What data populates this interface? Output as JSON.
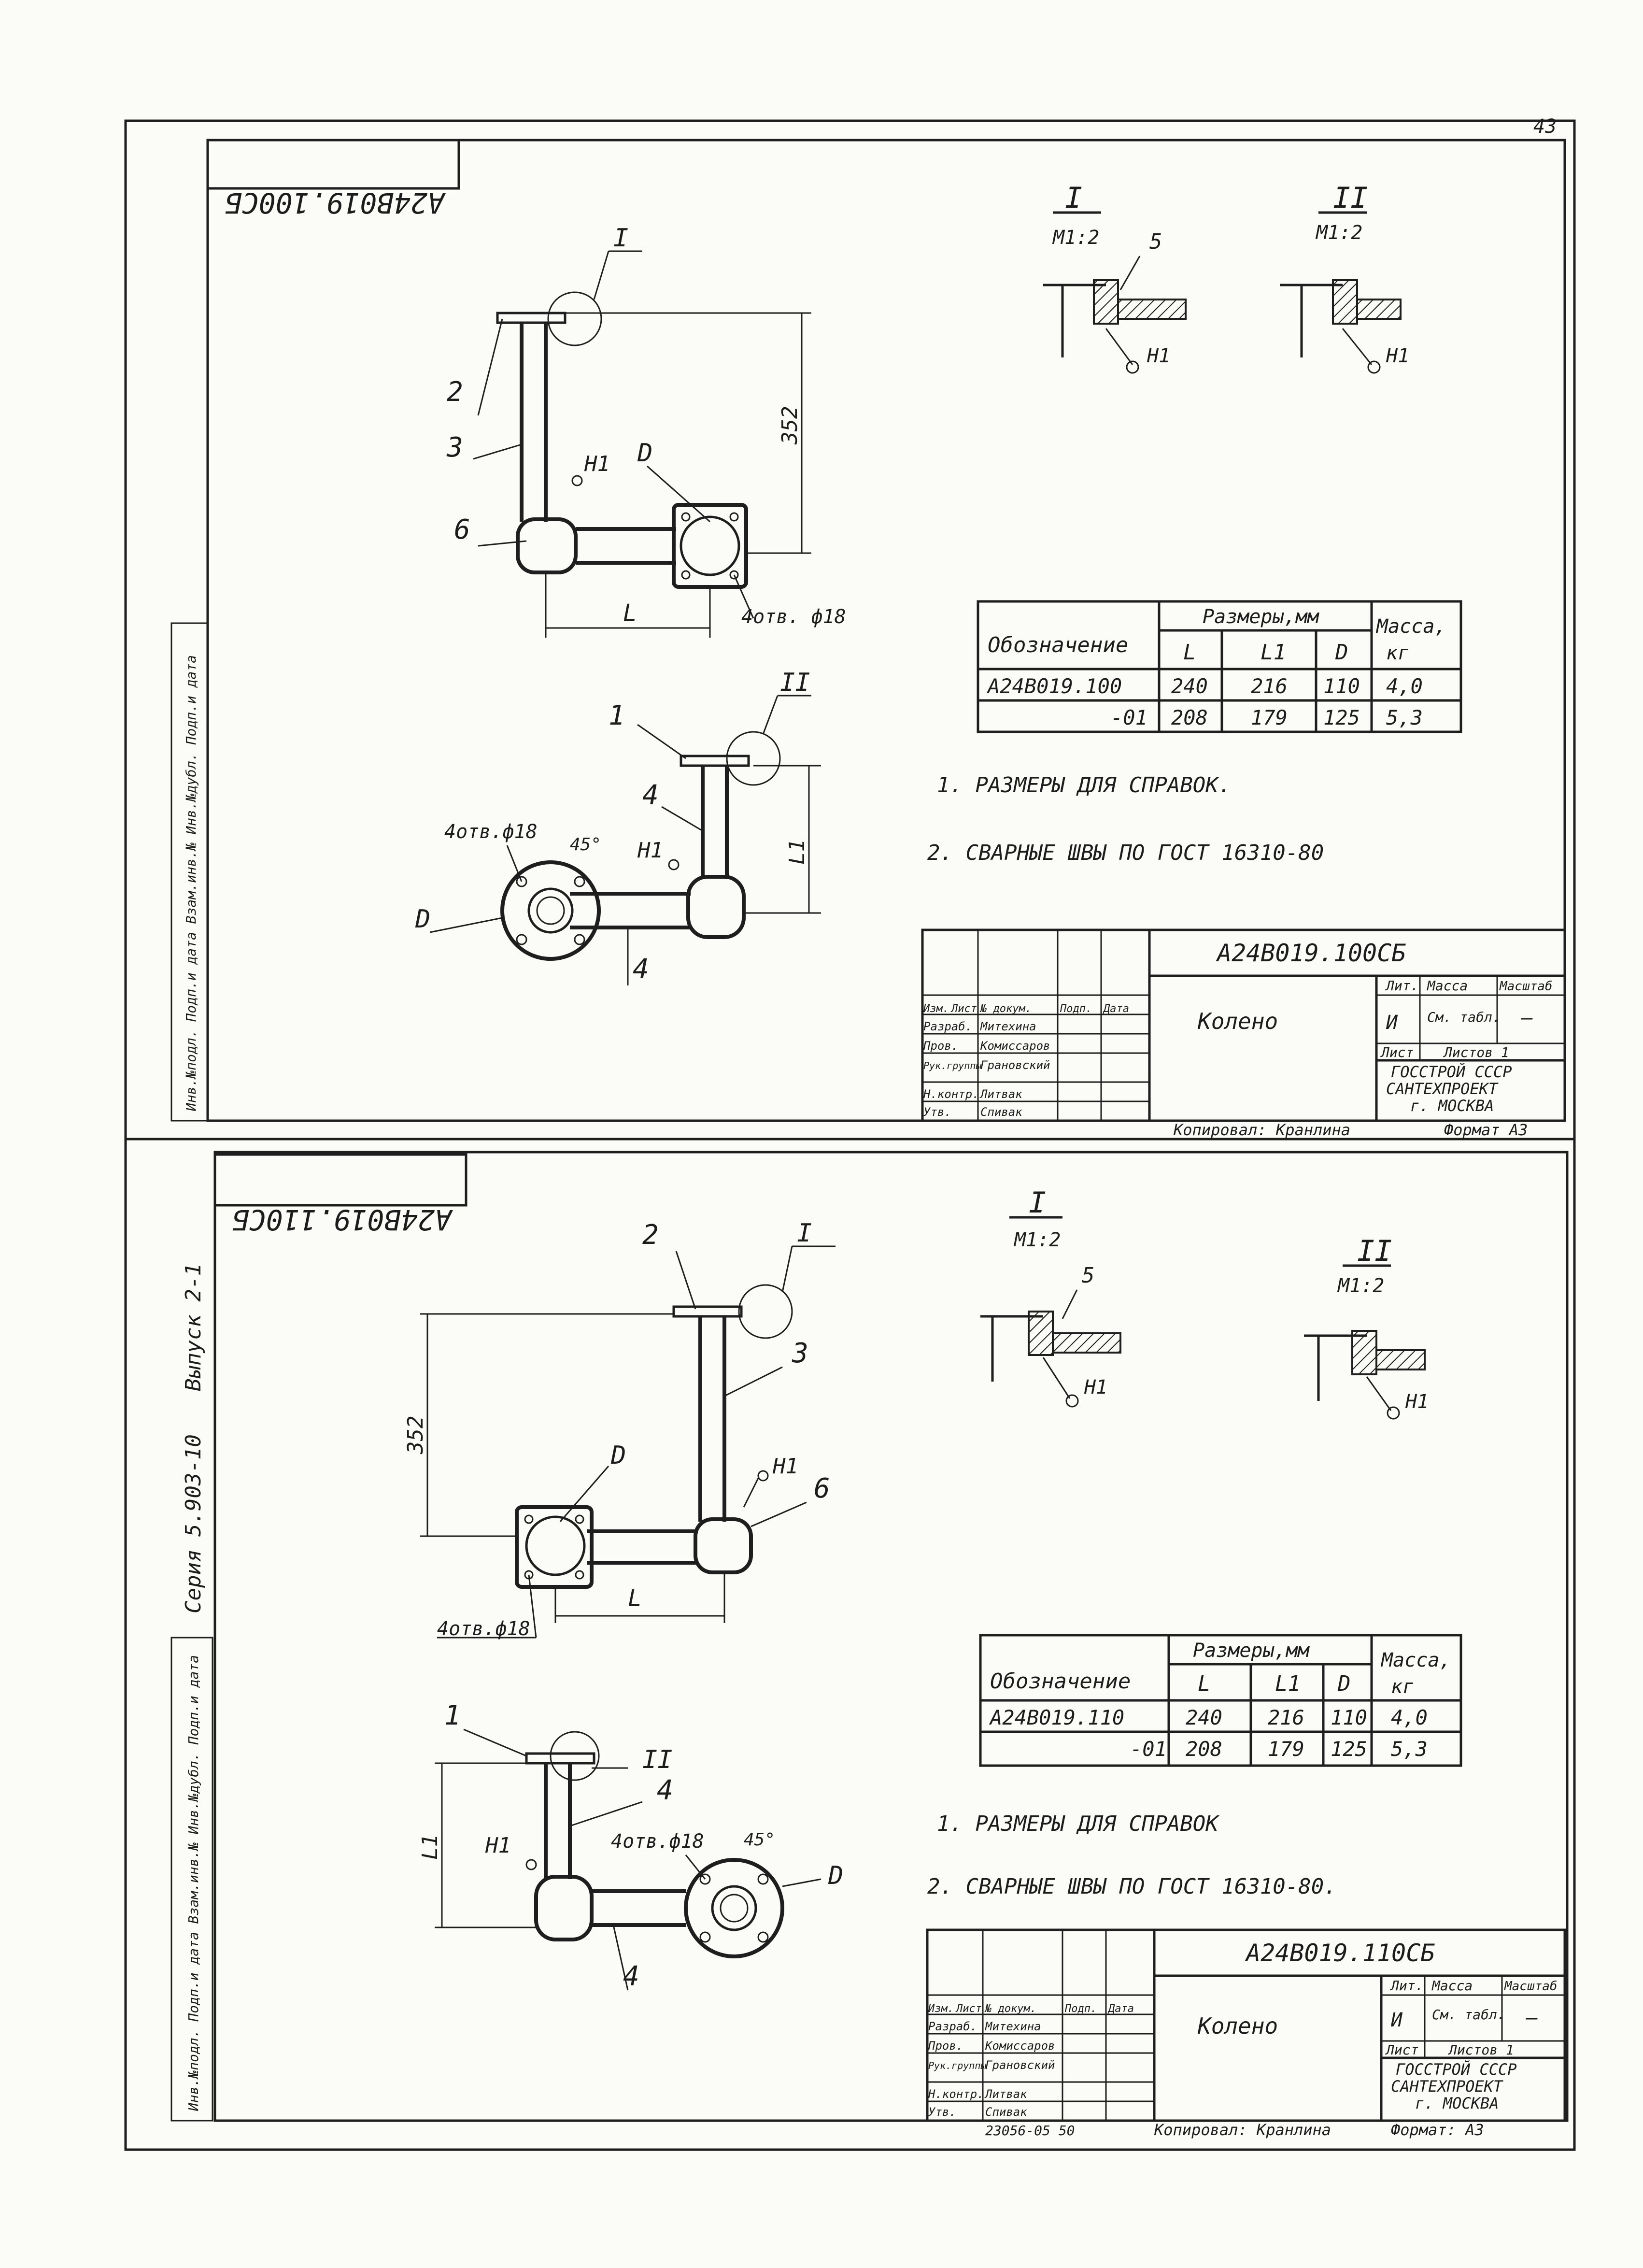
{
  "page_number": "43",
  "top": {
    "mirrored_code": "A24B019.100СБ",
    "section_I": {
      "label": "I",
      "scale": "М1:2",
      "part": "5",
      "weld": "Н1"
    },
    "section_II": {
      "label": "II",
      "scale": "М1:2",
      "weld": "Н1"
    },
    "view1": {
      "label_I": "I",
      "p2": "2",
      "p3": "3",
      "p6": "6",
      "weld": "Н1",
      "d": "D",
      "dim352": "352",
      "dimL": "L",
      "holes": "4отв. ф18"
    },
    "view2": {
      "p1": "1",
      "label_II": "II",
      "p4a": "4",
      "p4b": "4",
      "weld": "Н1",
      "d": "D",
      "dimL1": "L1",
      "holes": "4отв.ф18",
      "angle": "45°"
    },
    "table": {
      "h_designation": "Обозначение",
      "h_sizes": "Размеры,мм",
      "h_L": "L",
      "h_L1": "L1",
      "h_D": "D",
      "h_mass": "Масса,",
      "h_mass_unit": "кг",
      "rows": [
        {
          "des": "A24В019.100",
          "L": "240",
          "L1": "216",
          "D": "110",
          "m": "4,0"
        },
        {
          "des": "-01",
          "L": "208",
          "L1": "179",
          "D": "125",
          "m": "5,3"
        }
      ]
    },
    "notes": [
      "1. РАЗМЕРЫ ДЛЯ СПРАВОК.",
      "2. СВАРНЫЕ ШВЫ ПО ГОСТ 16310-80"
    ],
    "title": {
      "code": "A24B019.100СБ",
      "name": "Колено",
      "h_lit": "Лит.",
      "h_mass": "Масса",
      "h_scale": "Масштаб",
      "lit": "И",
      "mass": "См. табл.",
      "scale": "—",
      "sheet": "Лист",
      "sheets": "Листов 1",
      "org1": "ГОССТРОЙ СССР",
      "org2": "САНТЕХПРОЕКТ",
      "org3": "г. МОСКВА",
      "hdr": [
        "Изм.",
        "Лист",
        "№ докум.",
        "Подп.",
        "Дата"
      ],
      "people": [
        {
          "role": "Разраб.",
          "name": "Митехина"
        },
        {
          "role": "Пров.",
          "name": "Комиссаров"
        },
        {
          "role": "Рук.группы",
          "name": "Грановский"
        },
        {
          "role": "Н.контр.",
          "name": "Литвак"
        },
        {
          "role": "Утв.",
          "name": "Спивак"
        }
      ],
      "copied": "Копировал: Кранлина",
      "format": "Формат А3"
    },
    "side_stamp": "Инв.№подл.  Подп.и дата  Взам.инв.№  Инв.№дубл.  Подп.и дата"
  },
  "bottom": {
    "mirrored_code": "A24B019.110СБ",
    "series": "Серия 5.903-10",
    "issue": "Выпуск 2-1",
    "section_I": {
      "label": "I",
      "scale": "М1:2",
      "part": "5",
      "weld": "Н1"
    },
    "section_II": {
      "label": "II",
      "scale": "М1:2",
      "weld": "Н1"
    },
    "view1": {
      "label_I": "I",
      "p2": "2",
      "p3": "3",
      "p6": "6",
      "weld": "Н1",
      "d": "D",
      "dim352": "352",
      "dimL": "L",
      "holes": "4отв.ф18"
    },
    "view2": {
      "p1": "1",
      "label_II": "II",
      "p4a": "4",
      "p4b": "4",
      "weld": "Н1",
      "d": "D",
      "dimL1": "L1",
      "holes": "4отв.ф18",
      "angle": "45°"
    },
    "table": {
      "h_designation": "Обозначение",
      "h_sizes": "Размеры,мм",
      "h_L": "L",
      "h_L1": "L1",
      "h_D": "D",
      "h_mass": "Масса,",
      "h_mass_unit": "кг",
      "rows": [
        {
          "des": "A24В019.110",
          "L": "240",
          "L1": "216",
          "D": "110",
          "m": "4,0"
        },
        {
          "des": "-01",
          "L": "208",
          "L1": "179",
          "D": "125",
          "m": "5,3"
        }
      ]
    },
    "notes": [
      "1. РАЗМЕРЫ ДЛЯ СПРАВОК",
      "2. СВАРНЫЕ ШВЫ ПО ГОСТ 16310-80."
    ],
    "title": {
      "code": "A24B019.110СБ",
      "name": "Колено",
      "h_lit": "Лит.",
      "h_mass": "Масса",
      "h_scale": "Масштаб",
      "lit": "И",
      "mass": "См. табл.",
      "scale": "—",
      "sheet": "Лист",
      "sheets": "Листов 1",
      "org1": "ГОССТРОЙ СССР",
      "org2": "САНТЕХПРОЕКТ",
      "org3": "г. МОСКВА",
      "hdr": [
        "Изм.",
        "Лист",
        "№ докум.",
        "Подп.",
        "Дата"
      ],
      "people": [
        {
          "role": "Разраб.",
          "name": "Митехина"
        },
        {
          "role": "Пров.",
          "name": "Комиссаров"
        },
        {
          "role": "Рук.группы",
          "name": "Грановский"
        },
        {
          "role": "Н.контр.",
          "name": "Литвак"
        },
        {
          "role": "Утв.",
          "name": "Спивак"
        }
      ],
      "copied": "Копировал: Кранлина",
      "format": "Формат: А3",
      "order": "23056-05  50"
    },
    "side_stamp": "Инв.№подл.  Подп.и дата  Взам.инв.№  Инв.№дубл.  Подп.и дата"
  }
}
